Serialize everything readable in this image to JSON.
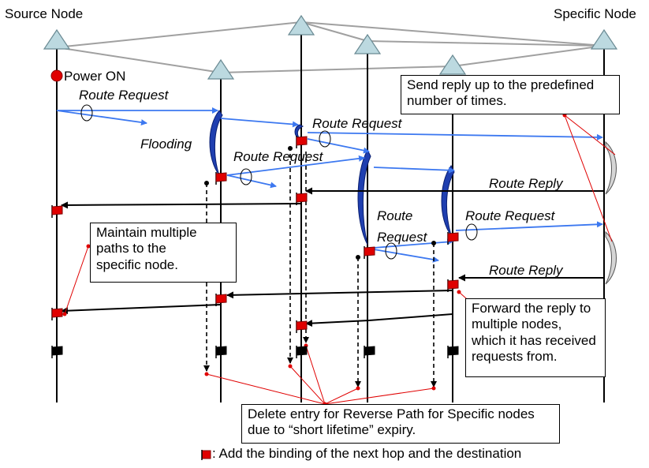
{
  "nodes": {
    "source_label": "Source Node",
    "specific_label": "Specific Node"
  },
  "events": {
    "power_on": "Power ON",
    "flooding": "Flooding"
  },
  "messages": {
    "route_request_1": "Route Request",
    "route_request_2": "Route Request",
    "route_request_3": "Route Request",
    "route_request_4_line1": "Route",
    "route_request_4_line2": "Request",
    "route_request_5": "Route Request",
    "route_reply_1": "Route Reply",
    "route_reply_2": "Route Reply"
  },
  "callouts": {
    "send_reply": [
      "Send reply up to the predefined",
      "number of times."
    ],
    "maintain_paths": [
      "Maintain multiple",
      "paths to the",
      "specific node."
    ],
    "forward_reply": [
      "Forward the reply to",
      "multiple nodes,",
      "which it has received",
      "requests from."
    ],
    "delete_entry": [
      "Delete entry for Reverse Path for Specific nodes",
      "due to “short lifetime” expiry."
    ]
  },
  "legend": {
    "text": ": Add the binding of the next hop and the destination"
  },
  "colors": {
    "request_arrow": "#3c78f0",
    "reply_arrow": "#000000",
    "node_fill": "#bcd9e0",
    "flag": "#e00000",
    "callout_line": "#e00000",
    "flood_swirl": "#1f3fb0",
    "link_gray": "#a0a0a0"
  }
}
